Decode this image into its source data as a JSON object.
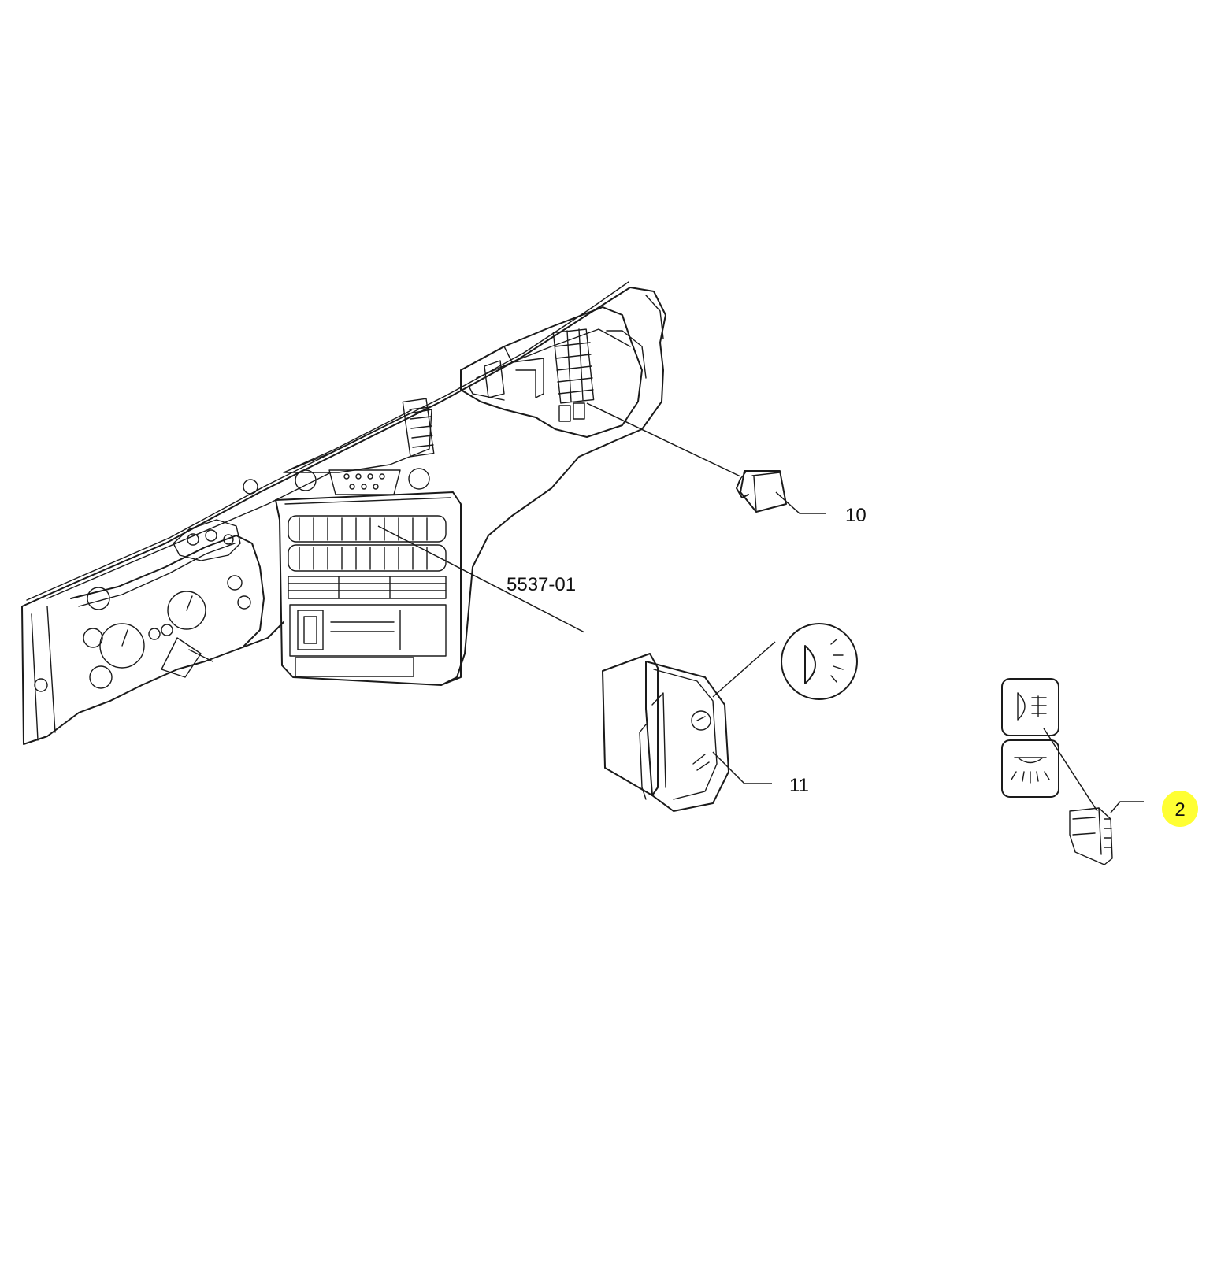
{
  "callouts": {
    "ref_5537": "5537-01",
    "part_10": "10",
    "part_11": "11",
    "part_2": "2"
  },
  "highlight_color": "#ffff33",
  "icons": [
    "headlamp-icon",
    "fog-lamp-icon",
    "interior-light-icon"
  ]
}
